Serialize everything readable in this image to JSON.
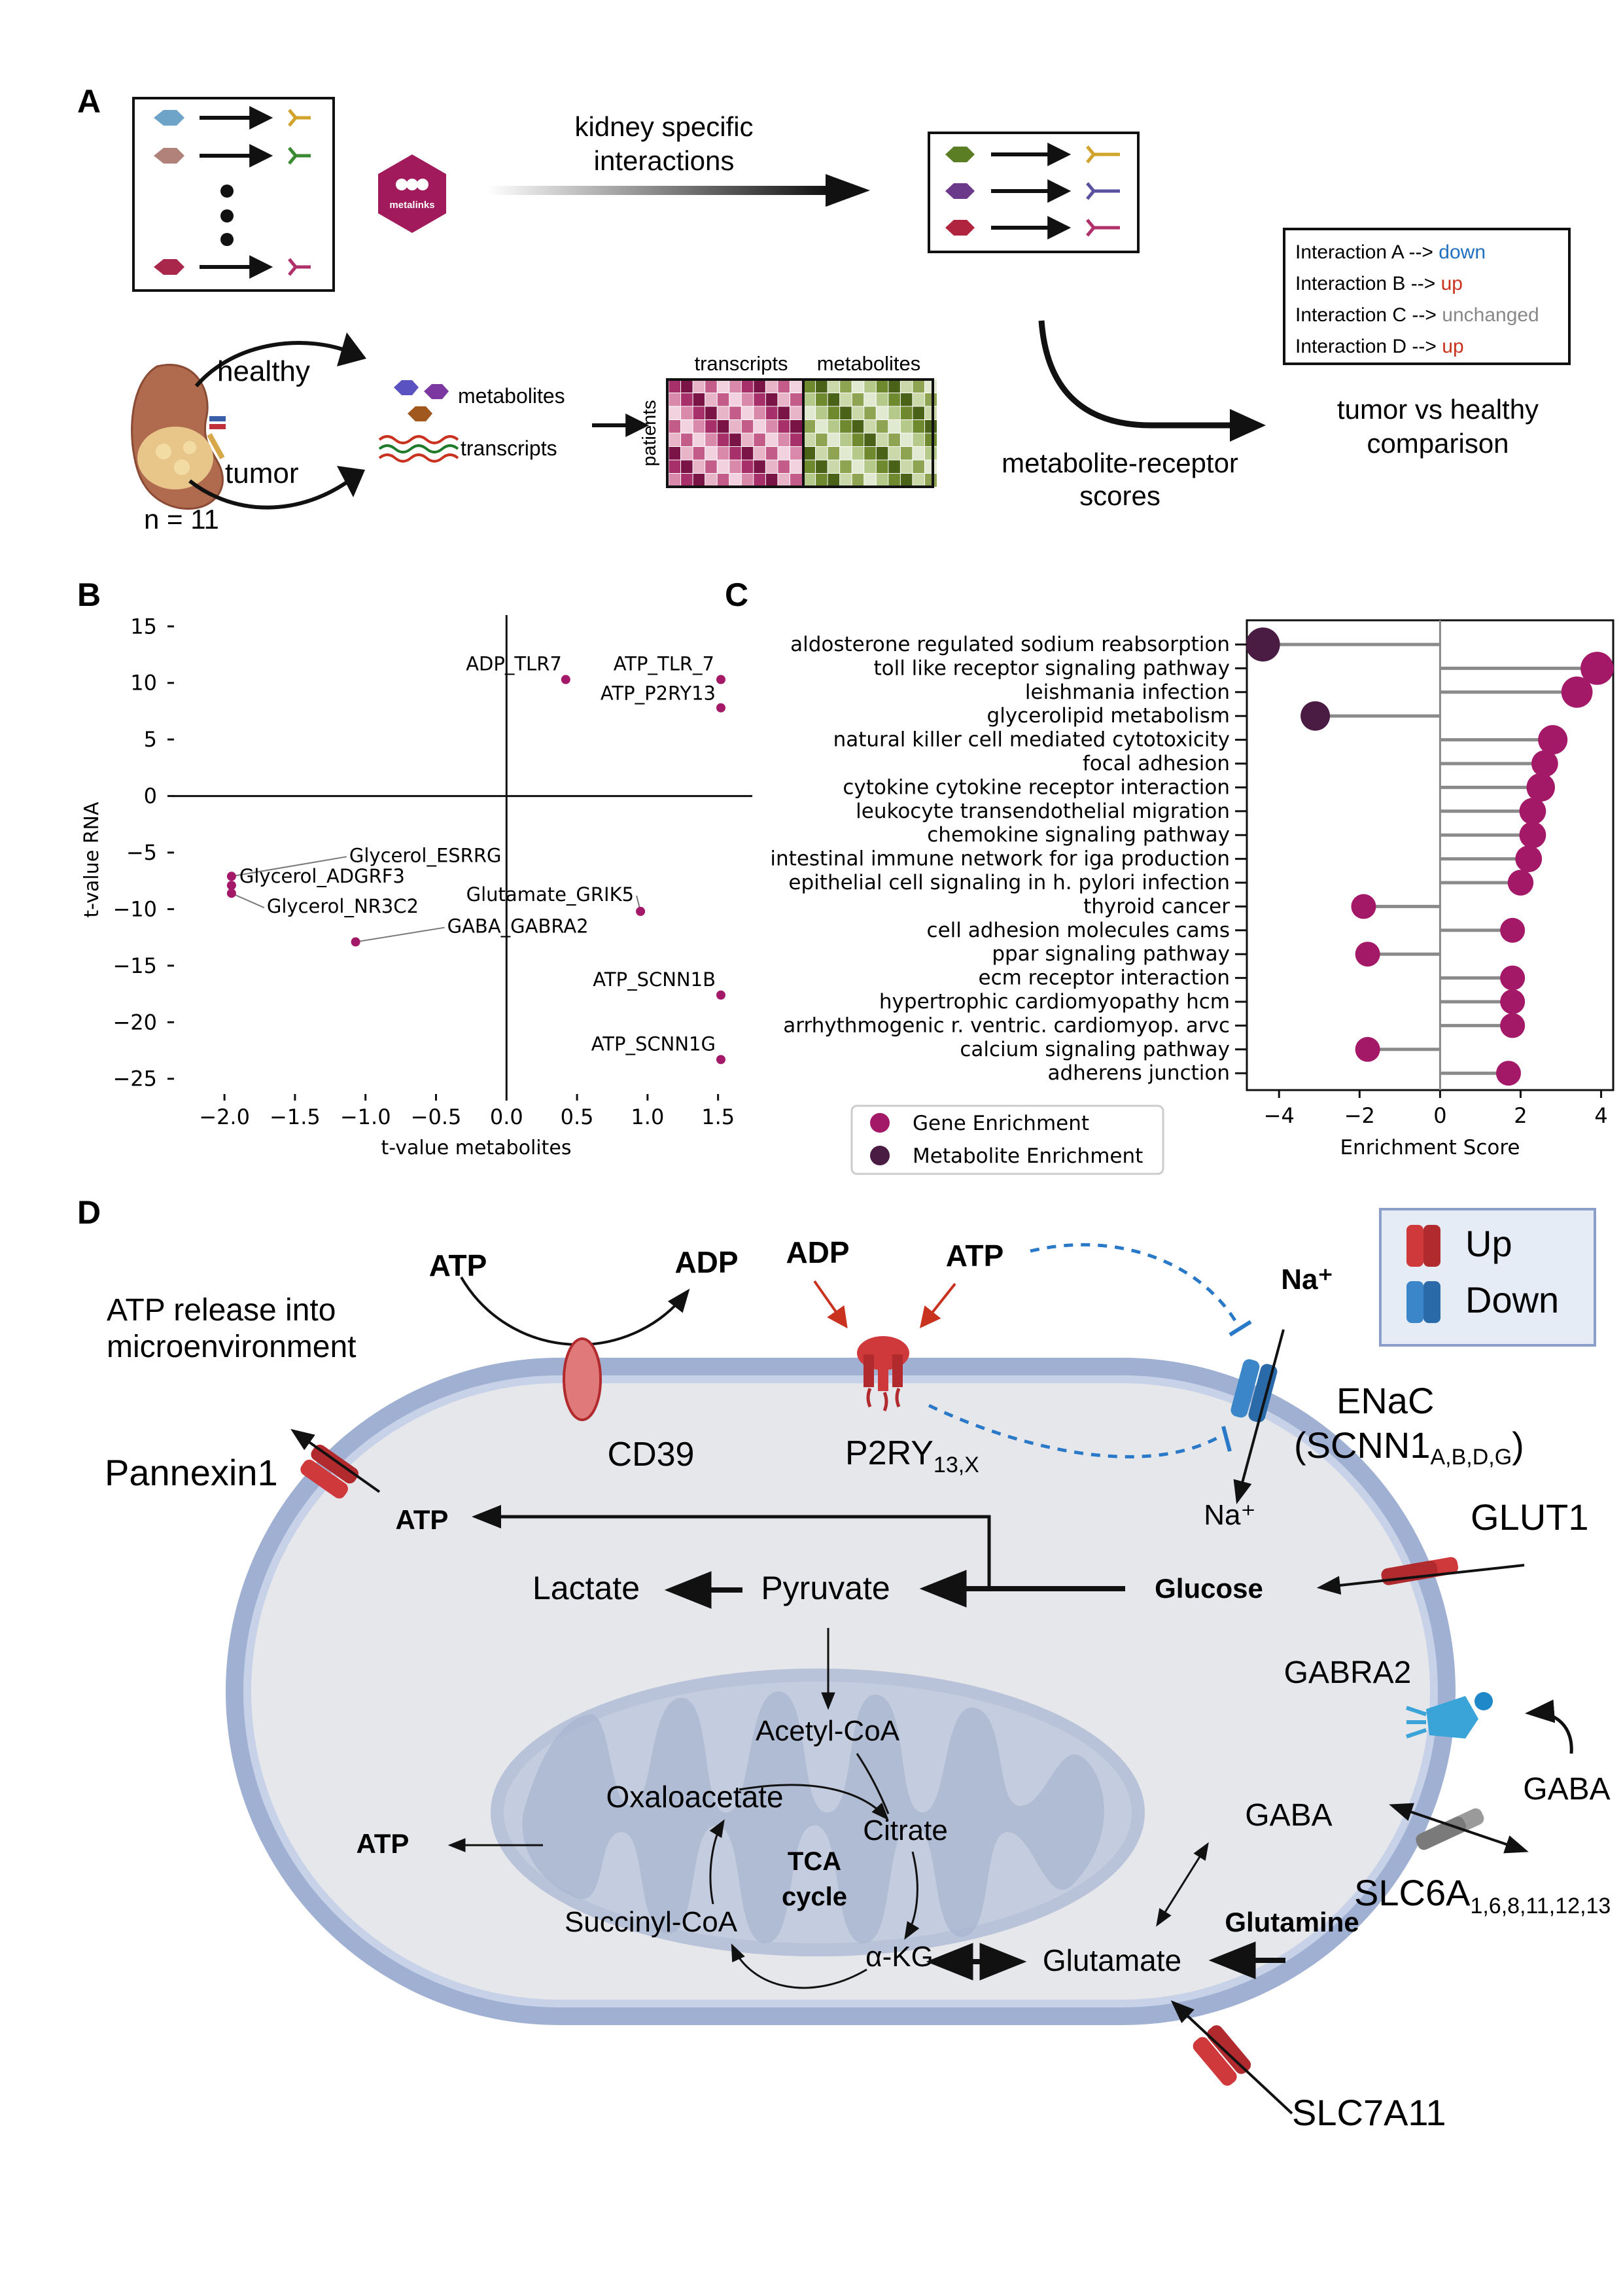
{
  "panel_labels": {
    "a": "A",
    "b": "B",
    "c": "C",
    "d": "D"
  },
  "panel_a": {
    "kidney_specific": "kidney specific",
    "interactions": "interactions",
    "metalinks": "metalinks",
    "healthy": "healthy",
    "tumor": "tumor",
    "n": "n = 11",
    "metabolites": "metabolites",
    "transcripts": "transcripts",
    "patients": "patients",
    "heat_transcripts": "transcripts",
    "heat_metabolites": "metabolites",
    "scores_line1": "metabolite-receptor",
    "scores_line2": "scores",
    "comparison_line1": "tumor vs healthy",
    "comparison_line2": "comparison",
    "box_lines": [
      {
        "prefix": "Interaction A --> ",
        "status": "down",
        "color": "#1f6fbf"
      },
      {
        "prefix": "Interaction B --> ",
        "status": "up",
        "color": "#c8321e"
      },
      {
        "prefix": "Interaction C --> ",
        "status": "unchanged",
        "color": "#888888"
      },
      {
        "prefix": "Interaction D --> ",
        "status": "up",
        "color": "#c8321e"
      }
    ],
    "colors": {
      "magenta": "#8c1d5c",
      "olive": "#5a7a1e",
      "gene": "#a41868",
      "metabolite": "#4a1c44"
    }
  },
  "panel_b": {
    "chart_data": {
      "type": "scatter",
      "xlabel": "t-value metabolites",
      "ylabel": "t-value RNA",
      "xlim": [
        -2.2,
        1.65
      ],
      "ylim": [
        -26,
        16
      ],
      "xticks": [
        -2.0,
        -1.5,
        -1.0,
        -0.5,
        0.0,
        0.5,
        1.0,
        1.5
      ],
      "xtick_labels": [
        "−2.0",
        "−1.5",
        "−1.0",
        "−0.5",
        "0.0",
        "0.5",
        "1.0",
        "1.5"
      ],
      "yticks": [
        15,
        10,
        5,
        0,
        -5,
        -10,
        -15,
        -20,
        -25
      ],
      "ytick_labels": [
        "15",
        "10",
        "5",
        "0",
        "−5",
        "−10",
        "−15",
        "−20",
        "−25"
      ],
      "points": [
        {
          "label": "ADP_TLR7",
          "x": 0.42,
          "y": 10.3
        },
        {
          "label": "ATP_TLR_7",
          "x": 1.52,
          "y": 10.3
        },
        {
          "label": "ATP_P2RY13",
          "x": 1.52,
          "y": 7.8
        },
        {
          "label": "Glycerol_ESRRG",
          "x": -1.95,
          "y": -7.1
        },
        {
          "label": "Glycerol_ADGRF3",
          "x": -1.95,
          "y": -7.9
        },
        {
          "label": "Glycerol_NR3C2",
          "x": -1.95,
          "y": -8.6
        },
        {
          "label": "Glutamate_GRIK5",
          "x": 0.95,
          "y": -10.2
        },
        {
          "label": "GABA_GABRA2",
          "x": -1.07,
          "y": -12.9
        },
        {
          "label": "ATP_SCNN1B",
          "x": 1.52,
          "y": -17.6
        },
        {
          "label": "ATP_SCNN1G",
          "x": 1.52,
          "y": -23.3
        }
      ],
      "color": "#a41868"
    }
  },
  "panel_c": {
    "chart_data": {
      "type": "lollipop",
      "xlabel": "Enrichment Score",
      "xlim": [
        -4.8,
        4.3
      ],
      "xticks": [
        -4,
        -2,
        0,
        2,
        4
      ],
      "xtick_labels": [
        "−4",
        "−2",
        "0",
        "2",
        "4"
      ],
      "legend": [
        {
          "name": "Gene Enrichment",
          "color": "#a41868"
        },
        {
          "name": "Metabolite Enrichment",
          "color": "#4a1c44"
        }
      ],
      "legend_position": "bottom-left",
      "items": [
        {
          "label": "aldosterone regulated sodium reabsorption",
          "value": -4.4,
          "type": "metabolite",
          "size": 1.0
        },
        {
          "label": "toll like receptor signaling pathway",
          "value": 3.9,
          "type": "gene",
          "size": 0.95
        },
        {
          "label": "leishmania infection",
          "value": 3.4,
          "type": "gene",
          "size": 0.85
        },
        {
          "label": "glycerolipid metabolism",
          "value": -3.1,
          "type": "metabolite",
          "size": 0.75
        },
        {
          "label": "natural killer cell mediated cytotoxicity",
          "value": 2.8,
          "type": "gene",
          "size": 0.75
        },
        {
          "label": "focal adhesion",
          "value": 2.6,
          "type": "gene",
          "size": 0.6
        },
        {
          "label": "cytokine cytokine receptor interaction",
          "value": 2.5,
          "type": "gene",
          "size": 0.7
        },
        {
          "label": "leukocyte transendothelial migration",
          "value": 2.3,
          "type": "gene",
          "size": 0.6
        },
        {
          "label": "chemokine signaling pathway",
          "value": 2.3,
          "type": "gene",
          "size": 0.6
        },
        {
          "label": "intestinal immune network for iga production",
          "value": 2.2,
          "type": "gene",
          "size": 0.6
        },
        {
          "label": "epithelial cell signaling in h. pylori infection",
          "value": 2.0,
          "type": "gene",
          "size": 0.55
        },
        {
          "label": "thyroid cancer",
          "value": -1.9,
          "type": "gene",
          "size": 0.5
        },
        {
          "label": "cell adhesion molecules cams",
          "value": 1.8,
          "type": "gene",
          "size": 0.5
        },
        {
          "label": "ppar signaling pathway",
          "value": -1.8,
          "type": "gene",
          "size": 0.5
        },
        {
          "label": "ecm receptor interaction",
          "value": 1.8,
          "type": "gene",
          "size": 0.5
        },
        {
          "label": "hypertrophic cardiomyopathy hcm",
          "value": 1.8,
          "type": "gene",
          "size": 0.5
        },
        {
          "label": "arrhythmogenic r. ventric. cardiomyop. arvc",
          "value": 1.8,
          "type": "gene",
          "size": 0.5
        },
        {
          "label": "calcium signaling pathway",
          "value": -1.8,
          "type": "gene",
          "size": 0.5
        },
        {
          "label": "adherens junction",
          "value": 1.7,
          "type": "gene",
          "size": 0.5
        }
      ]
    }
  },
  "panel_d": {
    "legend_up": "Up",
    "legend_down": "Down",
    "colors": {
      "up": "#d0393c",
      "down": "#3a86c8",
      "cell": "#e6e7ea",
      "membrane": "#9fb0d2",
      "mito": "#b8c3d9"
    },
    "labels": {
      "atp_top": "ATP",
      "adp_top": "ADP",
      "adp_r": "ADP",
      "atp_r": "ATP",
      "na_top": "Na⁺",
      "na_in": "Na⁺",
      "atp_release_1": "ATP release into",
      "atp_release_2": "microenvironment",
      "pannexin": "Pannexin1",
      "cd39": "CD39",
      "p2ry": "P2RY",
      "p2ry_sub": "13,X",
      "enac_1": "ENaC",
      "enac_2": "(SCNN1",
      "enac_sub": "A,B,D,G",
      "enac_close": ")",
      "glut1": "GLUT1",
      "gabra2": "GABRA2",
      "gaba_out": "GABA",
      "gaba_in": "GABA",
      "slc6a": "SLC6A",
      "slc6a_sub": "1,6,8,11,12,13",
      "slc7a11": "SLC7A11",
      "atp_mid": "ATP",
      "lactate": "Lactate",
      "pyruvate": "Pyruvate",
      "glucose": "Glucose",
      "acetyl": "Acetyl-CoA",
      "oxaloacetate": "Oxaloacetate",
      "citrate": "Citrate",
      "tca_1": "TCA",
      "tca_2": "cycle",
      "succinyl": "Succinyl-CoA",
      "akg": "α-KG",
      "glutamate": "Glutamate",
      "glutamine": "Glutamine",
      "atp_low": "ATP"
    }
  }
}
